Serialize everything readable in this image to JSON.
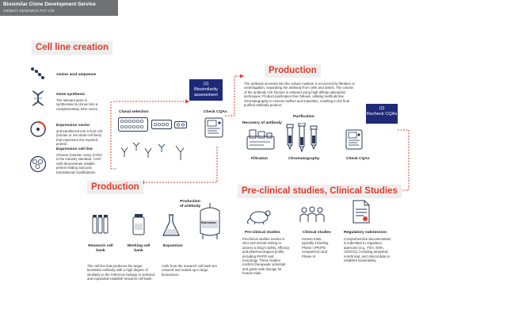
{
  "header": {
    "title": "Biosimilar Clone Development Service",
    "company": "GENEXT GENOMICS PVT LTD"
  },
  "sections": {
    "cell_line_creation": "Cell line creation",
    "production_top": "Production",
    "production_bottom": "Production",
    "preclinical": "Pre-clinical studies, Clinical Studies"
  },
  "cell_line": {
    "amino_acid": "Amino acid sequence",
    "gene_synthesis_title": "Gene synthesis",
    "gene_synthesis_desc": "The relevant gene is synthesised & cloned into a complementary DNA vector",
    "expression_vector_title": "Expression vector",
    "expression_vector_desc": "and transferred into a host cell (human or microbial cell lines) that expresses the required protein.",
    "expression_cell_line_title": "Expression cell line",
    "expression_cell_line_desc": "Chinese hamster ovary (CHO) is the industry standard. CHO cells demonstrate reliable protein folding and post translational modifications"
  },
  "clonal": {
    "clonal_selection": "Clonal selection",
    "biosimilarity_num": "(1)",
    "biosimilarity_label": "Biosimilarity assessment",
    "check_cqas": "Check CQAs"
  },
  "production_top": {
    "description": "The antibody secreted into the culture medium is recovered by filtration or centrifugation, separating the antibody from cells and debris. The column of the antibody rich fraction is retained using high-affinity adsorption techniques. Product purification then follows, utilising methods like chromatography to remove buffers and impurities, resulting in the final purified antibody product.",
    "recovery": "Recovery of antibody",
    "purification": "Purification",
    "filtration": "Filtration",
    "chromatography": "Chromatography",
    "check_cqas": "Check CQAs",
    "recheck_num": "(2)",
    "recheck_label": "Recheck CQAs"
  },
  "production_bottom": {
    "production_of_antibody": "Production of antibody",
    "bioreactor": "Bioreactor",
    "research_cell_bank": "Research cell bank",
    "working_cell_bank": "Working cell bank",
    "expansion": "Expansion",
    "desc_left": "The cell line that produces the target biosimilar antibody with a high degree of similarity to the reference biologic is selected and expanded establish research cell bank.",
    "desc_right": "Cells from the research cell bank are cultured and scaled up in large bioreactors."
  },
  "studies": {
    "preclinical_title": "Pre-clinical studies",
    "preclinical_desc": "Preclinical studies involve in vitro and animal testing to assess a drug's safety, efficacy, and pharmacological profile, including PK/PD and toxicology. These studies confirm therapeutic potential and guide safe dosage for human trials.",
    "clinical_title": "Clinical studies",
    "clinical_desc": "Human trials, typically including Phase I (PK/PD comparison) and Phase III",
    "regulatory_title": "Regulatory submission",
    "regulatory_desc": "Comprehensive documentation is submitted to regulatory agencies (e.g., FDA, EMA, CDSCO), including analytical, nonclinical, and clinical data to establish biosimilarity."
  },
  "colors": {
    "accent_red": "#e03c2c",
    "navy": "#1e2a78",
    "icon_stroke": "#2b3a55",
    "header_bg": "#6f7275"
  }
}
